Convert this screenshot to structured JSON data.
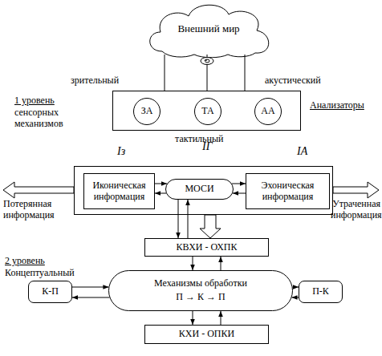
{
  "diagram": {
    "nodes": [
      {
        "text": [
          "Внешний мир"
        ]
      },
      {
        "text": [
          "Анализаторы"
        ]
      },
      {
        "text": [
          "ЗА"
        ],
        "in": 1
      },
      {
        "text": [
          "ТА"
        ],
        "in": 1
      },
      {
        "text": [
          "АА"
        ],
        "in": 1
      },
      {
        "text": []
      },
      {
        "text": [
          "Иконическая информация"
        ],
        "in": 5
      },
      {
        "text": [
          "МОСИ"
        ],
        "in": 5
      },
      {
        "text": [
          "Эхоническая информация"
        ],
        "in": 5
      },
      {
        "text": [
          "КВХИ - ОХПК"
        ]
      },
      {
        "text": [
          "К-П"
        ]
      },
      {
        "text": [
          "Механизмы обработки",
          "П → К → П"
        ]
      },
      {
        "text": [
          "П-К"
        ]
      },
      {
        "text": [
          "КХИ - ОПКИ"
        ]
      }
    ],
    "edges": [
      {
        "from": 0,
        "to": 1,
        "arrow": "none",
        "label": "зрительный"
      },
      {
        "from": 0,
        "to": 1,
        "arrow": "none"
      },
      {
        "from": 0,
        "to": 1,
        "arrow": "none",
        "label": "акустический"
      },
      {
        "from": 6,
        "to": 7,
        "arrow": "to"
      },
      {
        "from": 7,
        "to": 6,
        "arrow": "to"
      },
      {
        "from": 7,
        "to": 8,
        "arrow": "to"
      },
      {
        "from": 8,
        "to": 7,
        "arrow": "to"
      },
      {
        "from": 7,
        "to": 9,
        "arrow": "to"
      },
      {
        "from": 9,
        "to": 7,
        "arrow": "to"
      },
      {
        "from": 5,
        "to": 9,
        "arrow": "to"
      },
      {
        "from": 9,
        "to": 11,
        "arrow": "to"
      },
      {
        "from": 11,
        "to": 9,
        "arrow": "to"
      },
      {
        "from": 10,
        "to": 11,
        "arrow": "to"
      },
      {
        "from": 11,
        "to": 10,
        "arrow": "to"
      },
      {
        "from": 11,
        "to": 12,
        "arrow": "to"
      },
      {
        "from": 12,
        "to": 11,
        "arrow": "to"
      },
      {
        "from": 11,
        "to": 13,
        "arrow": "to"
      },
      {
        "from": 13,
        "to": 11,
        "arrow": "to"
      }
    ],
    "labels": [
      "1 уровень",
      "сенсорных механизмов",
      "тактильный",
      "Iз",
      "IГ",
      "IA",
      "Потерянная информация",
      "Утраченная информация",
      "2 уровень",
      "Концептуальный"
    ]
  }
}
